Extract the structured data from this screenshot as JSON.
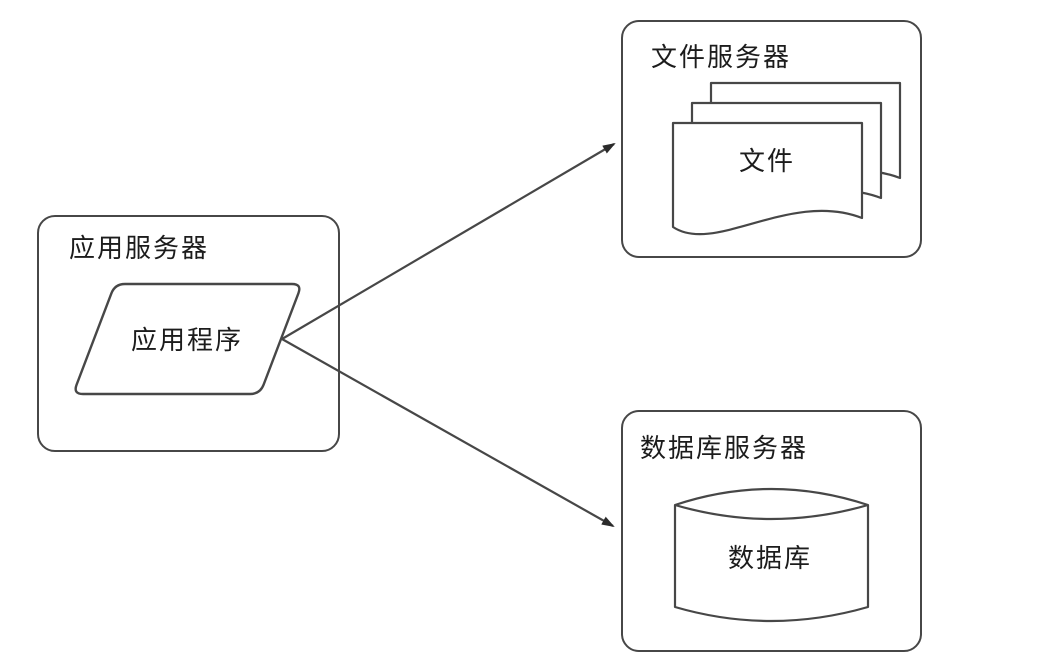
{
  "app_server": {
    "title": "应用服务器",
    "program": "应用程序"
  },
  "file_server": {
    "title": "文件服务器",
    "file": "文件"
  },
  "db_server": {
    "title": "数据库服务器",
    "database": "数据库"
  },
  "edges": [
    {
      "from": "应用程序",
      "to": "文件服务器"
    },
    {
      "from": "应用程序",
      "to": "数据库服务器"
    }
  ],
  "colors": {
    "background": "#ffffff",
    "line": "#474747",
    "text": "#1c1c1c"
  }
}
